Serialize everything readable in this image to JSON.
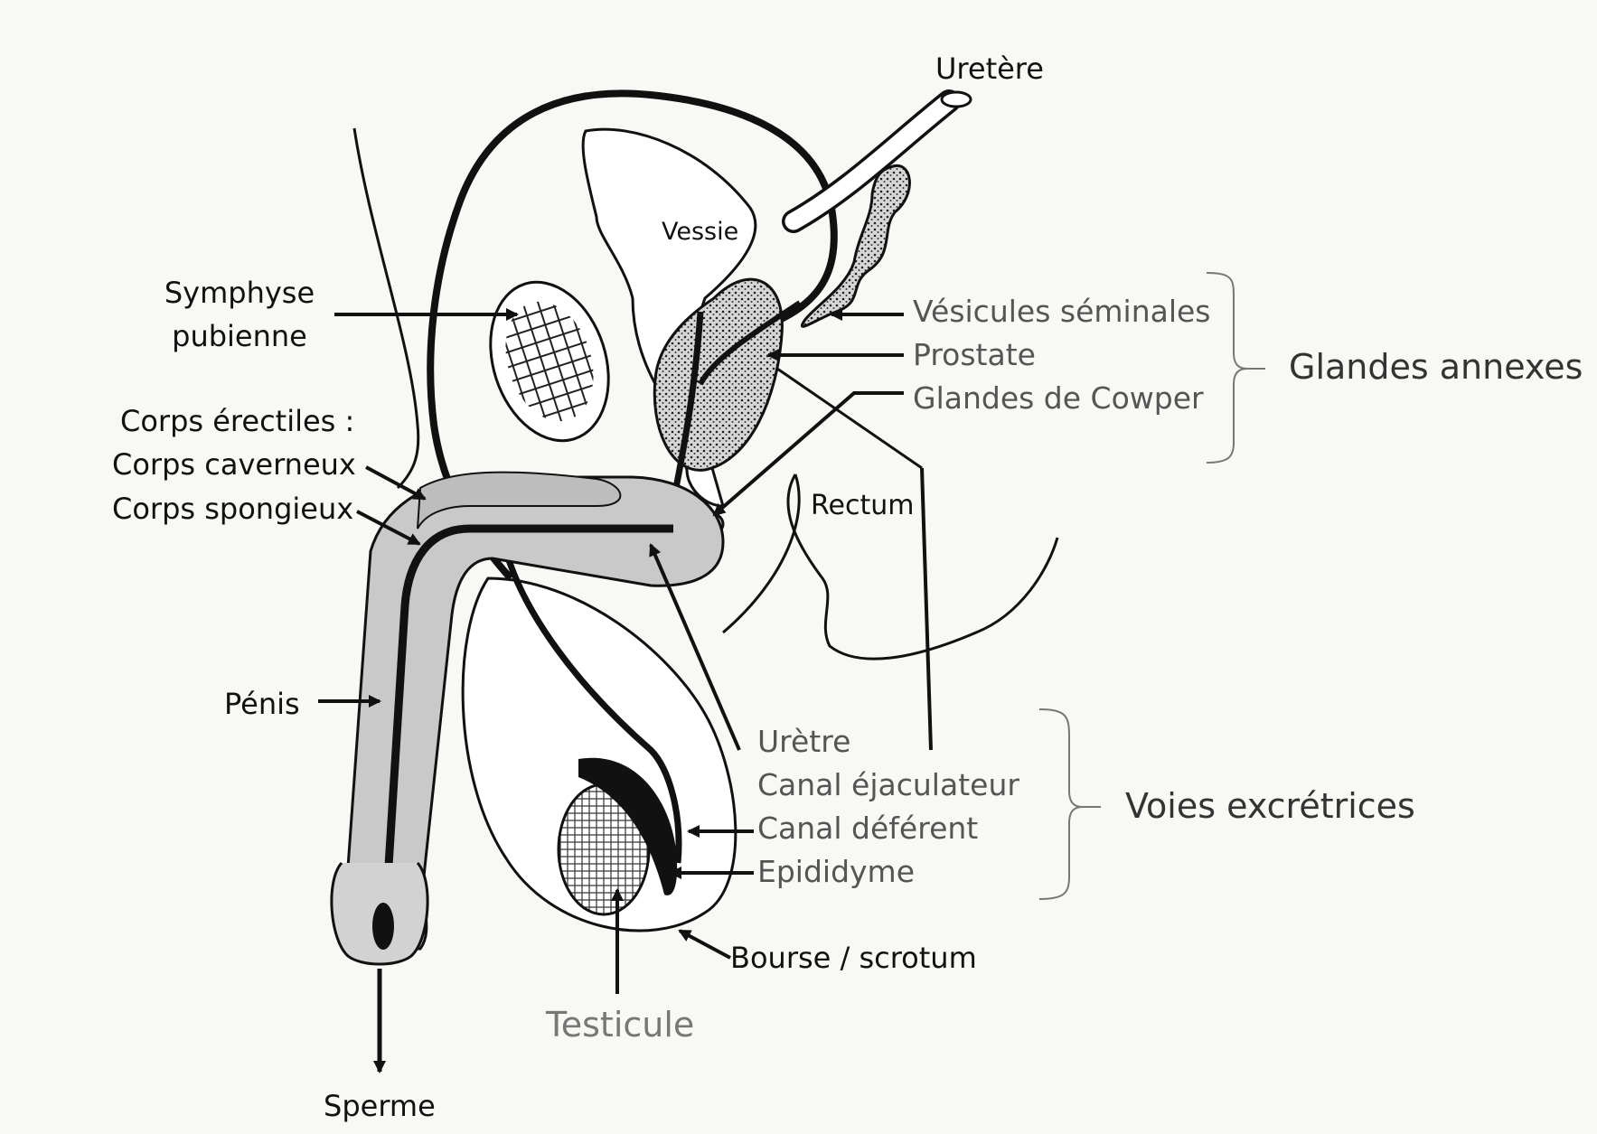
{
  "labels": {
    "uretere": "Uretère",
    "vessie": "Vessie",
    "symphyse_line1": "Symphyse",
    "symphyse_line2": "pubienne",
    "corps_erectiles": "Corps érectiles :",
    "corps_caverneux": "Corps caverneux",
    "corps_spongieux": "Corps spongieux",
    "penis": "Pénis",
    "sperme": "Sperme",
    "vesicules_seminales": "Vésicules séminales",
    "prostate": "Prostate",
    "glandes_cowper": "Glandes de Cowper",
    "glandes_annexes": "Glandes annexes",
    "rectum": "Rectum",
    "uretre": "Urètre",
    "canal_ejaculateur": "Canal éjaculateur",
    "canal_deferent": "Canal déférent",
    "epididyme": "Epididyme",
    "voies_excretrices": "Voies excrétrices",
    "bourse_scrotum": "Bourse / scrotum",
    "testicule": "Testicule"
  }
}
